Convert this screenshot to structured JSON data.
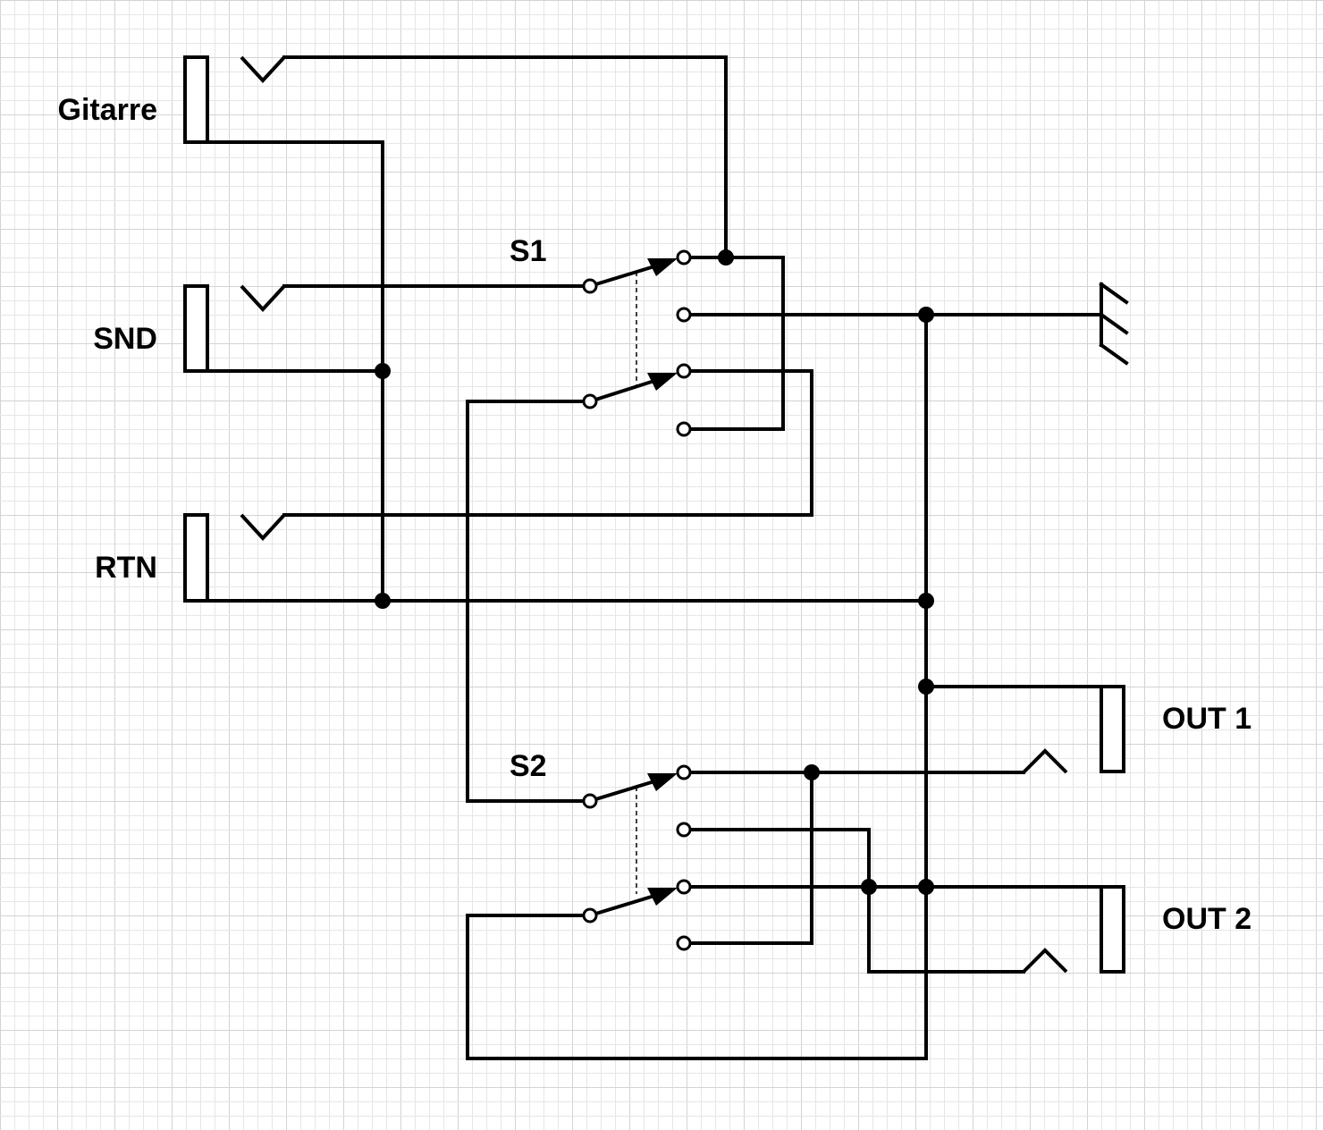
{
  "labels": {
    "guitar": "Gitarre",
    "send": "SND",
    "return": "RTN",
    "switch1": "S1",
    "switch2": "S2",
    "out1": "OUT 1",
    "out2": "OUT 2"
  },
  "colors": {
    "background": "#ffffff",
    "grid": "#e6e6e6",
    "ink": "#000000"
  }
}
